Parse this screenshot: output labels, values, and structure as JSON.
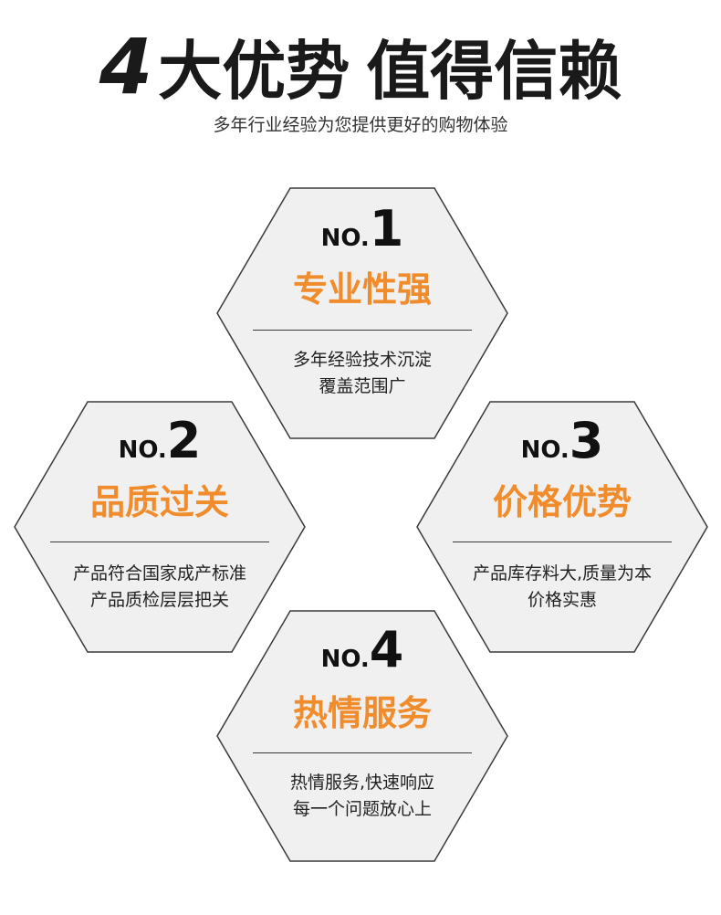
{
  "header": {
    "title_number": "4",
    "title_part1": "大优势",
    "title_part2": "值得信赖",
    "subtitle": "多年行业经验为您提供更好的购物体验"
  },
  "colors": {
    "accent": "#f08c2b",
    "hex_fill": "#f0f0f0",
    "hex_stroke": "#3a3a3a",
    "text_dark": "#111111"
  },
  "advantages": [
    {
      "no_prefix": "NO.",
      "no_digit": "1",
      "title": "专业性强",
      "desc_line1": "多年经验技术沉淀",
      "desc_line2": "覆盖范围广"
    },
    {
      "no_prefix": "NO.",
      "no_digit": "2",
      "title": "品质过关",
      "desc_line1": "产品符合国家成产标准",
      "desc_line2": "产品质检层层把关"
    },
    {
      "no_prefix": "NO.",
      "no_digit": "3",
      "title": "价格优势",
      "desc_line1": "产品库存料大,质量为本",
      "desc_line2": "价格实惠"
    },
    {
      "no_prefix": "NO.",
      "no_digit": "4",
      "title": "热情服务",
      "desc_line1": "热情服务,快速响应",
      "desc_line2": "每一个问题放心上"
    }
  ]
}
